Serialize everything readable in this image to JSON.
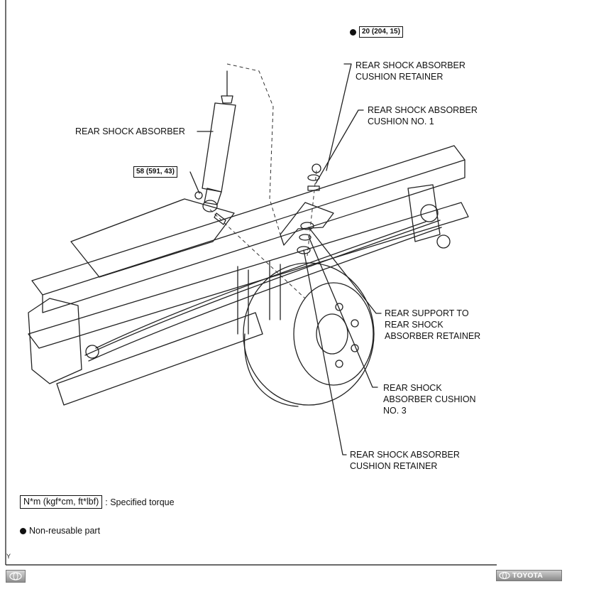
{
  "labels": {
    "rear_shock_absorber": "REAR SHOCK ABSORBER",
    "cushion_retainer_top": "REAR SHOCK ABSORBER\nCUSHION RETAINER",
    "cushion_no1": "REAR SHOCK ABSORBER\nCUSHION NO. 1",
    "rear_support": "REAR SUPPORT TO\nREAR SHOCK\nABSORBER RETAINER",
    "cushion_no3": "REAR SHOCK\nABSORBER CUSHION\nNO. 3",
    "cushion_retainer_bottom": "REAR SHOCK ABSORBER\nCUSHION RETAINER"
  },
  "torques": {
    "top": "20 (204, 15)",
    "lower": "58 (591, 43)"
  },
  "legend": {
    "torque_box": "N*m (kgf*cm, ft*lbf)",
    "torque_text": ": Specified torque",
    "nonreusable_text": "Non-reusable part"
  },
  "corner_mark": "Y",
  "brand": "TOYOTA",
  "icons": [
    "toyota-logo-icon",
    "filled-circle-icon"
  ]
}
